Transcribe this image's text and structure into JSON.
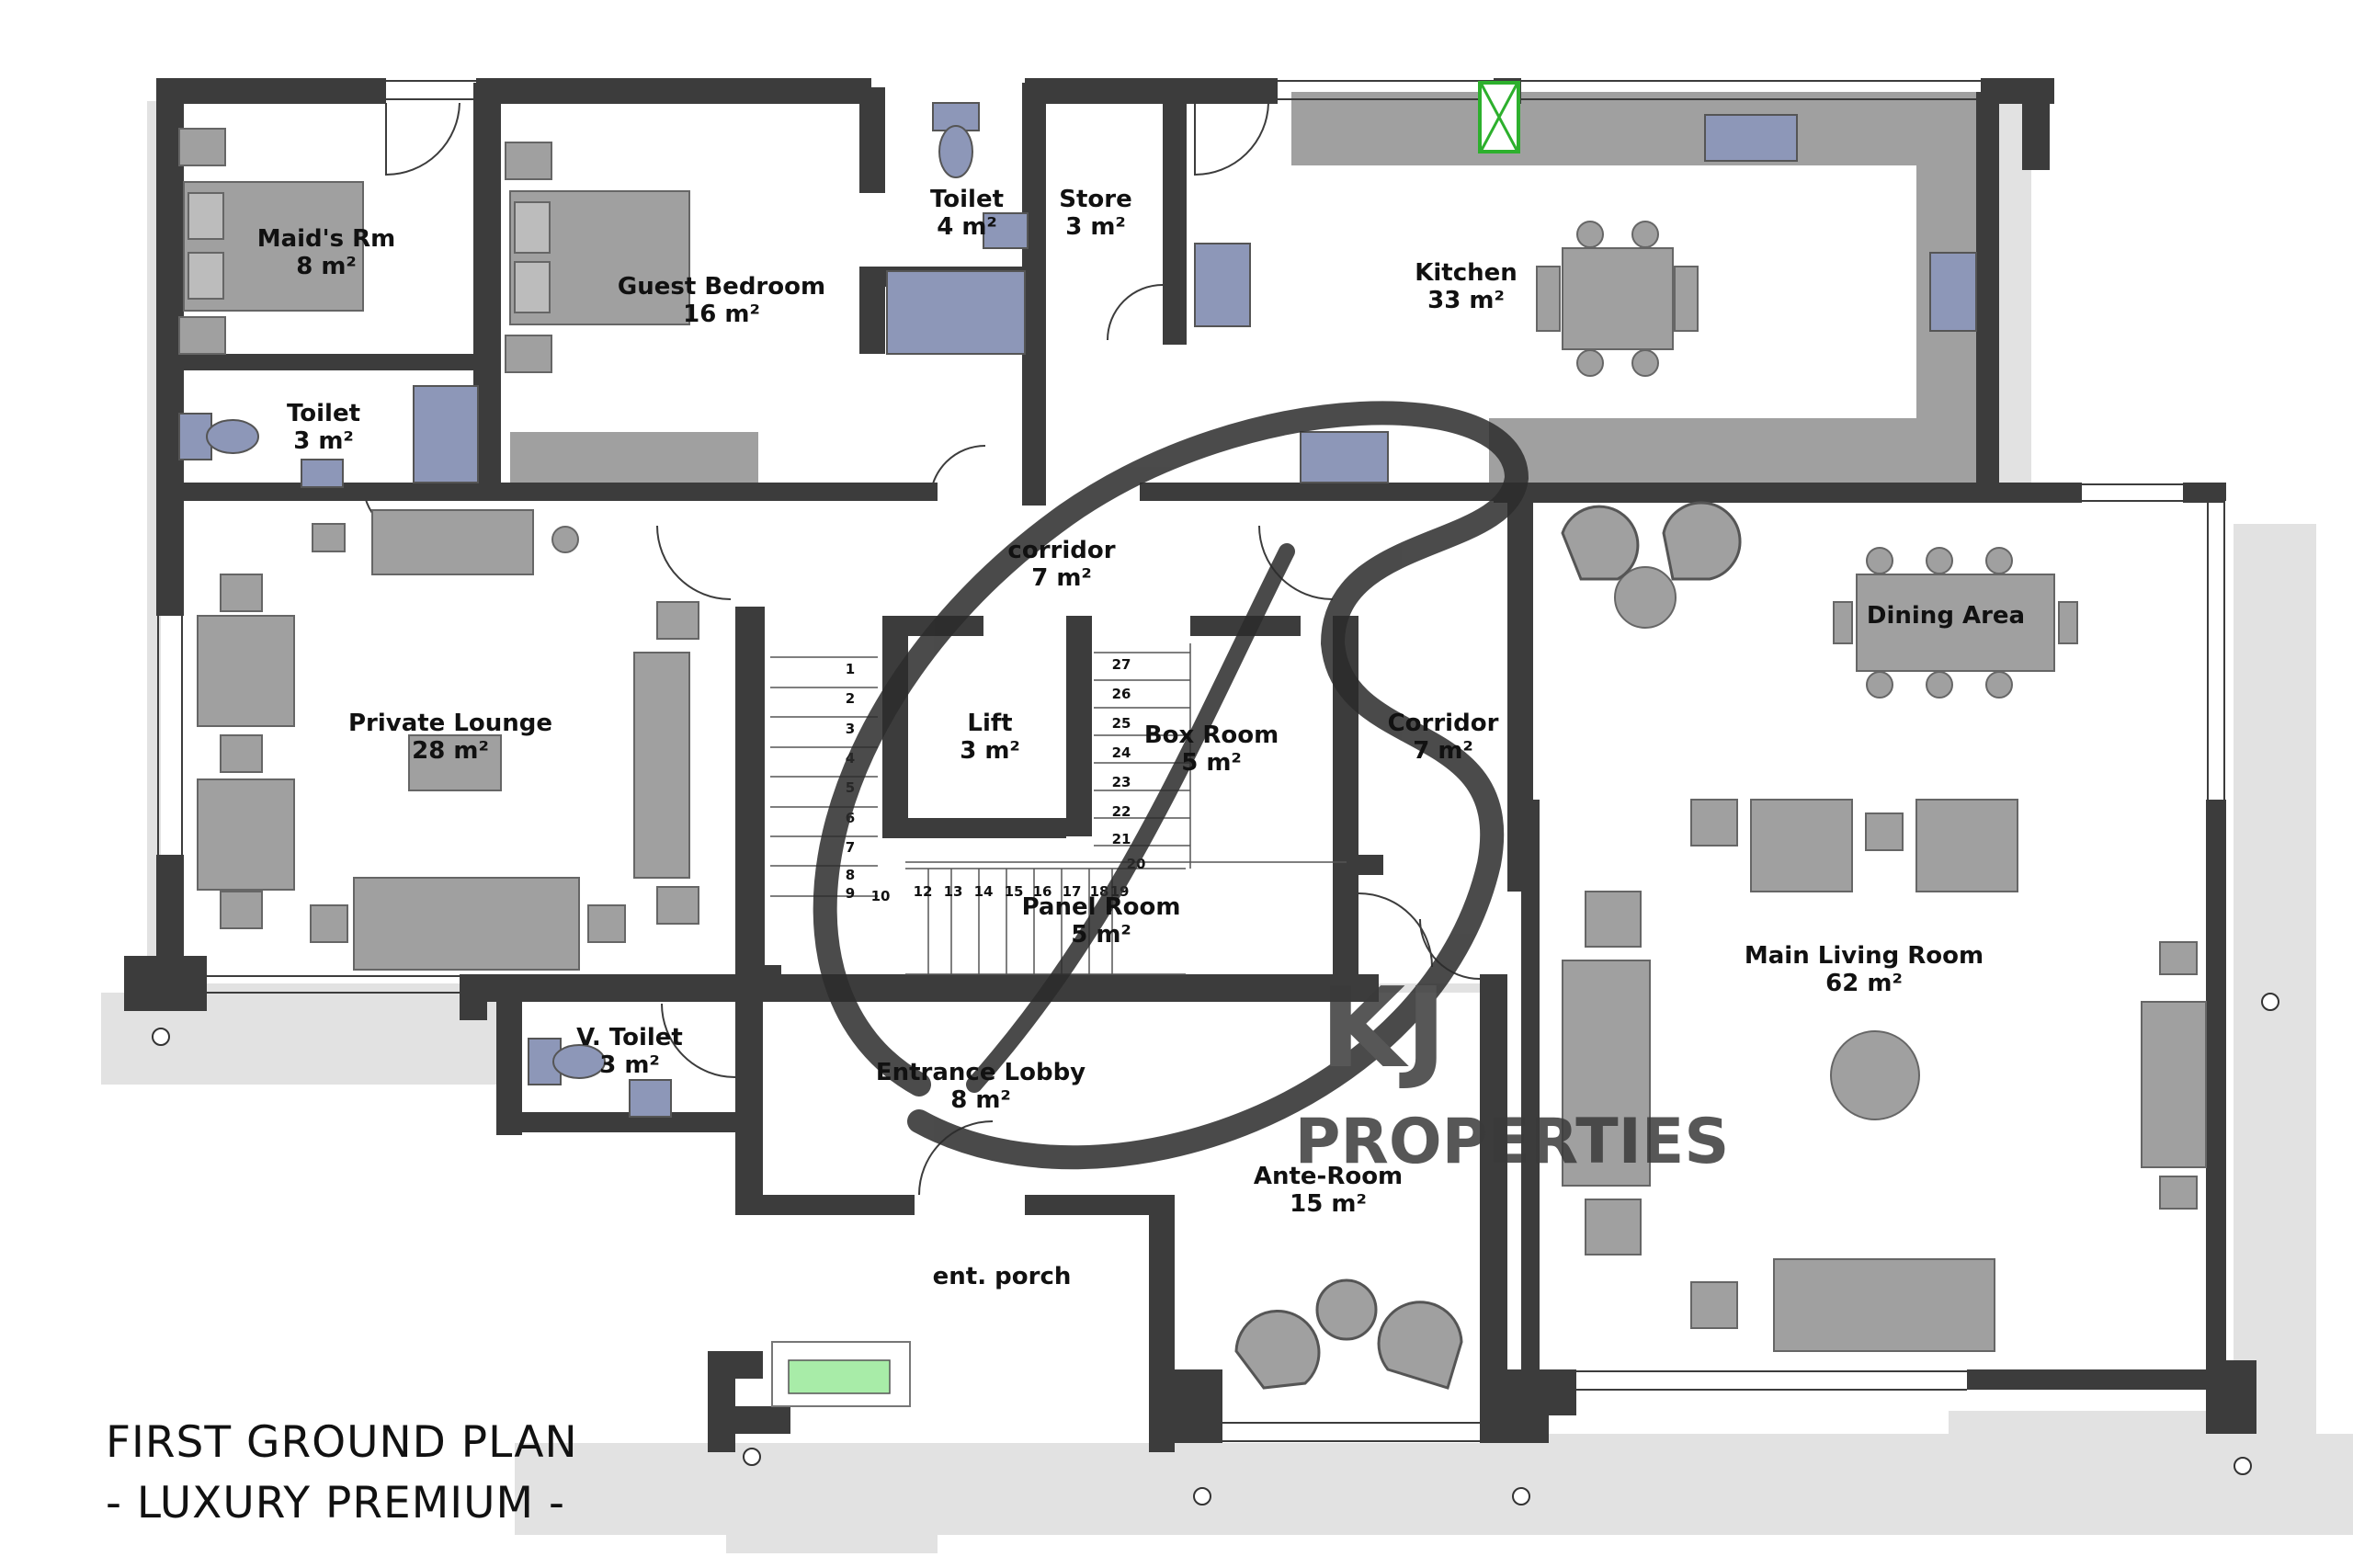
{
  "caption": {
    "line1": "FIRST GROUND PLAN",
    "line2": "- LUXURY PREMIUM -"
  },
  "watermark": {
    "initials": "KJ",
    "brand": "PROPERTIES"
  },
  "rooms": {
    "maids_room": {
      "name": "Maid's Rm",
      "area": "8 m²"
    },
    "guest_bedroom": {
      "name": "Guest Bedroom",
      "area": "16 m²"
    },
    "toilet_upper": {
      "name": "Toilet",
      "area": "4 m²"
    },
    "store": {
      "name": "Store",
      "area": "3 m²"
    },
    "kitchen": {
      "name": "Kitchen",
      "area": "33 m²"
    },
    "toilet_maid": {
      "name": "Toilet",
      "area": "3 m²"
    },
    "corridor_upper": {
      "name": "corridor",
      "area": "7 m²"
    },
    "private_lounge": {
      "name": "Private Lounge",
      "area": "28 m²"
    },
    "lift": {
      "name": "Lift",
      "area": "3 m²"
    },
    "box_room": {
      "name": "Box Room",
      "area": "5 m²"
    },
    "corridor_right": {
      "name": "Corridor",
      "area": "7 m²"
    },
    "dining_area": {
      "name": "Dining Area"
    },
    "main_living_room": {
      "name": "Main Living Room",
      "area": "62 m²"
    },
    "panel_room": {
      "name": "Panel Room",
      "area": "5 m²"
    },
    "visitor_toilet": {
      "name": "V. Toilet",
      "area": "3 m²"
    },
    "entrance_lobby": {
      "name": "Entrance Lobby",
      "area": "8 m²"
    },
    "ante_room": {
      "name": "Ante-Room",
      "area": "15 m²"
    },
    "entrance_porch": {
      "name": "ent. porch"
    }
  },
  "stair_numbers": {
    "left_flight": [
      "1",
      "2",
      "3",
      "4",
      "5",
      "6",
      "7",
      "8",
      "9"
    ],
    "bottom_flight": [
      "10",
      "12",
      "13",
      "14",
      "15",
      "16",
      "17",
      "18",
      "19"
    ],
    "right_flight": [
      "27",
      "26",
      "25",
      "24",
      "23",
      "22",
      "21",
      "20"
    ]
  },
  "colors": {
    "wall": "#3c3c3c",
    "fixture_gray": "#9c9c9c",
    "sanitary_blue": "#8d97b8",
    "floor": "#ffffff",
    "shadow": "#e4e4e4",
    "vent_green": "#2db02d",
    "planter_green": "#a8eca8"
  }
}
